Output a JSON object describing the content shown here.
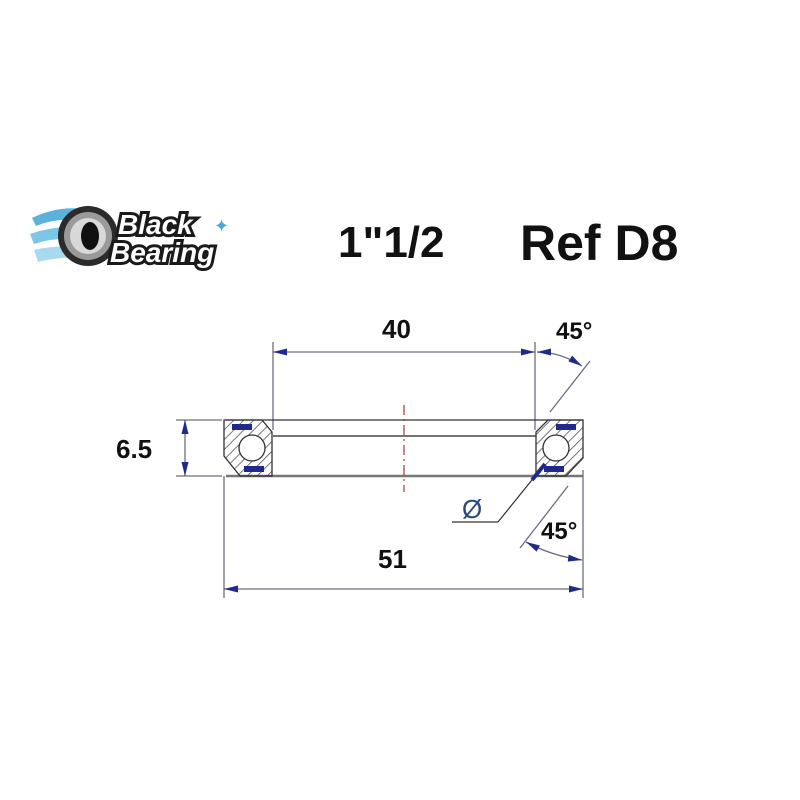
{
  "logo": {
    "line1": "Black",
    "line2": "Bearing"
  },
  "header": {
    "size_label": "1\"1/2",
    "ref_label": "Ref D8"
  },
  "dimensions": {
    "inner_diameter": "40",
    "outer_diameter": "51",
    "height": "6.5",
    "top_angle": "45°",
    "bottom_angle": "45°",
    "diameter_symbol": "Ø"
  },
  "colors": {
    "seal_blue": "#1f2a8c",
    "line_gray": "#6b6f80",
    "center_line_red": "#a33a3a",
    "logo_blue": "#4aa8d8"
  }
}
